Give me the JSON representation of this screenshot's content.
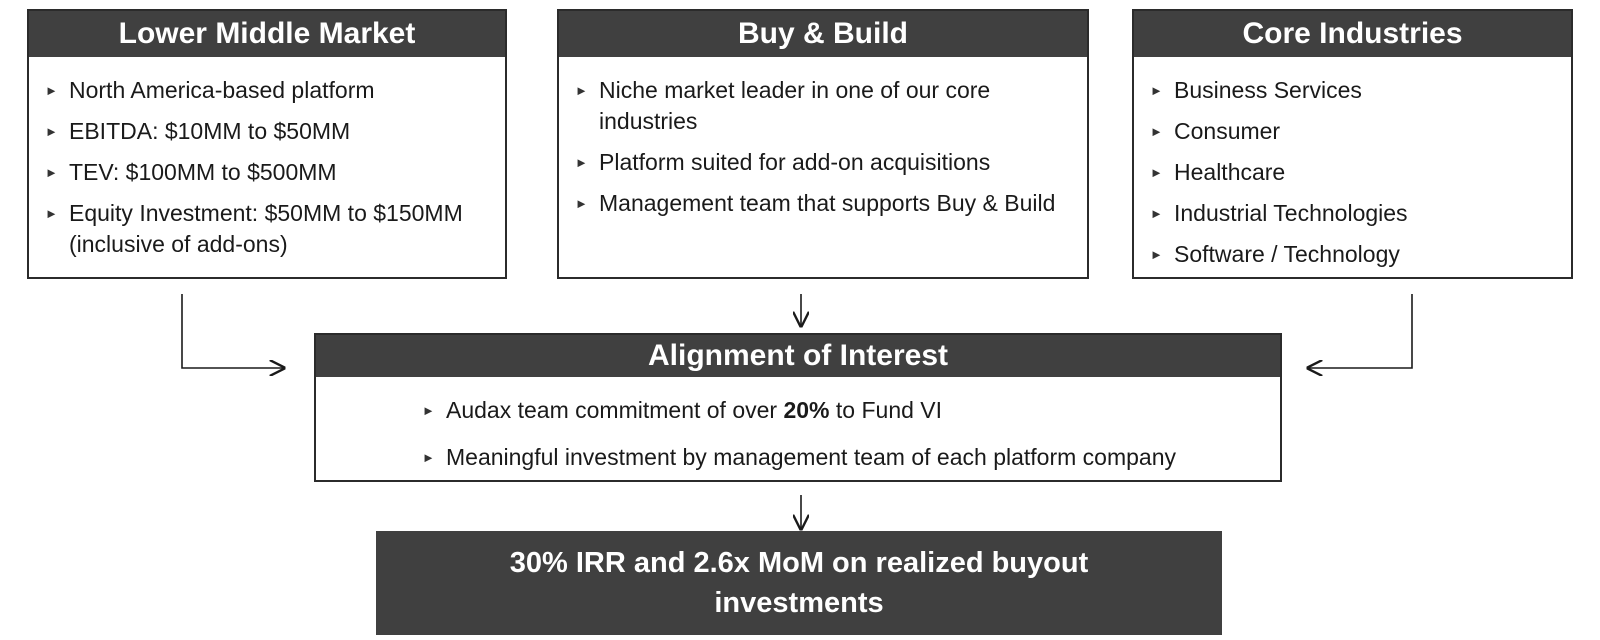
{
  "boxes": {
    "lower_middle_market": {
      "title": "Lower Middle Market",
      "items": [
        "North America-based platform",
        "EBITDA: $10MM to $50MM",
        "TEV: $100MM to $500MM",
        "Equity Investment: $50MM to $150MM (inclusive of add-ons)"
      ]
    },
    "buy_and_build": {
      "title": "Buy & Build",
      "items": [
        "Niche market leader in one of our core industries",
        "Platform suited for add-on acquisitions",
        "Management team that supports Buy & Build"
      ]
    },
    "core_industries": {
      "title": "Core Industries",
      "items": [
        "Business Services",
        "Consumer",
        "Healthcare",
        "Industrial Technologies",
        "Software / Technology"
      ]
    }
  },
  "alignment": {
    "title": "Alignment of Interest",
    "item1_prefix": "Audax team commitment of over ",
    "item1_bold": "20%",
    "item1_suffix": " to Fund VI",
    "item2": "Meaningful investment by management team of each platform company"
  },
  "result": {
    "text": "30% IRR and 2.6x MoM on realized buyout investments"
  },
  "bullet_glyph": "►",
  "colors": {
    "header_bg": "#404040",
    "header_text": "#ffffff",
    "border": "#2b2b2b"
  }
}
